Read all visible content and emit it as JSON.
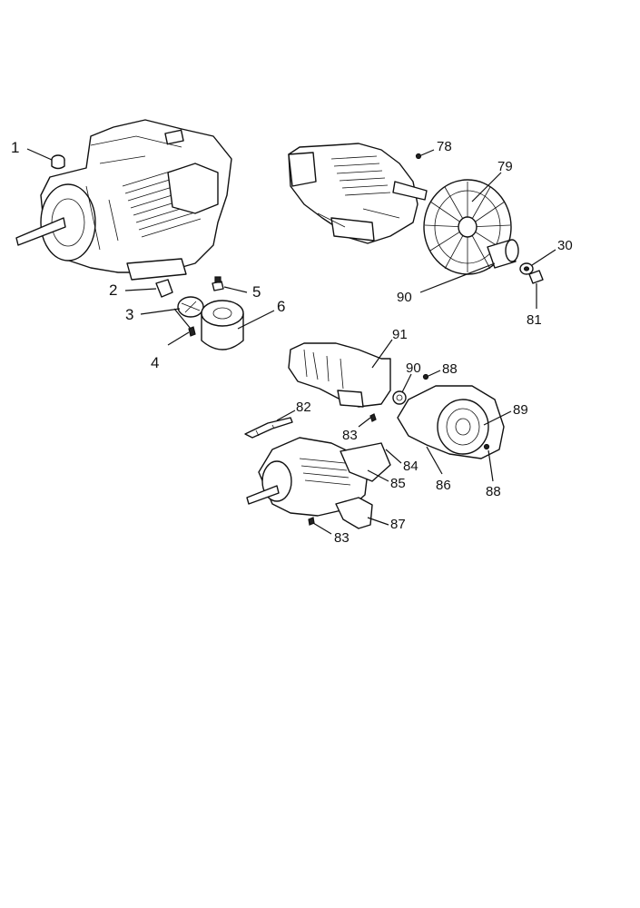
{
  "callouts": {
    "c1": "1",
    "c2": "2",
    "c3": "3",
    "c4": "4",
    "c5": "5",
    "c6": "6",
    "c78": "78",
    "c79": "79",
    "c30": "30",
    "c90a": "90",
    "c81": "81",
    "c91": "91",
    "c90b": "90",
    "c88a": "88",
    "c82": "82",
    "c83a": "83",
    "c89": "89",
    "c84": "84",
    "c85": "85",
    "c86": "86",
    "c88b": "88",
    "c87": "87",
    "c83b": "83"
  }
}
